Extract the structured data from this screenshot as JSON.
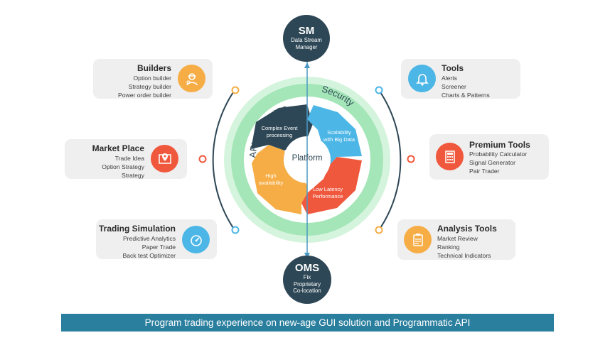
{
  "top_node": {
    "title": "SM",
    "lines": [
      "Data Stream",
      "Manager"
    ]
  },
  "bottom_node": {
    "title": "OMS",
    "lines": [
      "Fix",
      "Proprietary",
      "Co-location"
    ]
  },
  "center": "Platform",
  "ring_labels": {
    "left": "API Integration",
    "right": "Security"
  },
  "segments": [
    {
      "label": [
        "Complex Event",
        "processing"
      ],
      "color": "#2e4756"
    },
    {
      "label": [
        "Scalability",
        "with Big Data"
      ],
      "color": "#4cb6e6"
    },
    {
      "label": [
        "Low Latency",
        "Performance"
      ],
      "color": "#f0583d"
    },
    {
      "label": [
        "High",
        "availability"
      ],
      "color": "#f6ad46"
    }
  ],
  "cards": {
    "builders": {
      "title": "Builders",
      "items": [
        "Option builder",
        "Strategy builder",
        "Power order builder"
      ],
      "icon": "engineer-icon",
      "color": "#f6ad46"
    },
    "market_place": {
      "title": "Market Place",
      "items": [
        "Trade Idea",
        "Option Strategy",
        "Strategy"
      ],
      "icon": "map-pin-icon",
      "color": "#f0583d"
    },
    "trading_simulation": {
      "title": "Trading Simulation",
      "items": [
        "Predictive Analytics",
        "Paper Trade",
        "Back test Optimizer"
      ],
      "icon": "speedometer-icon",
      "color": "#4cb6e6"
    },
    "tools": {
      "title": "Tools",
      "items": [
        "Alerts",
        "Screener",
        "Charts & Patterns"
      ],
      "icon": "bell-icon",
      "color": "#4cb6e6"
    },
    "premium_tools": {
      "title": "Premium Tools",
      "items": [
        "Probability  Calculator",
        "Signal Generator",
        "Pair Trader"
      ],
      "icon": "calculator-icon",
      "color": "#f0583d"
    },
    "analysis_tools": {
      "title": "Analysis Tools",
      "items": [
        "Market Review",
        "Ranking",
        "Technical Indicators"
      ],
      "icon": "clipboard-icon",
      "color": "#f6ad46"
    }
  },
  "banner": "Program trading experience on new-age GUI solution and Programmatic API"
}
